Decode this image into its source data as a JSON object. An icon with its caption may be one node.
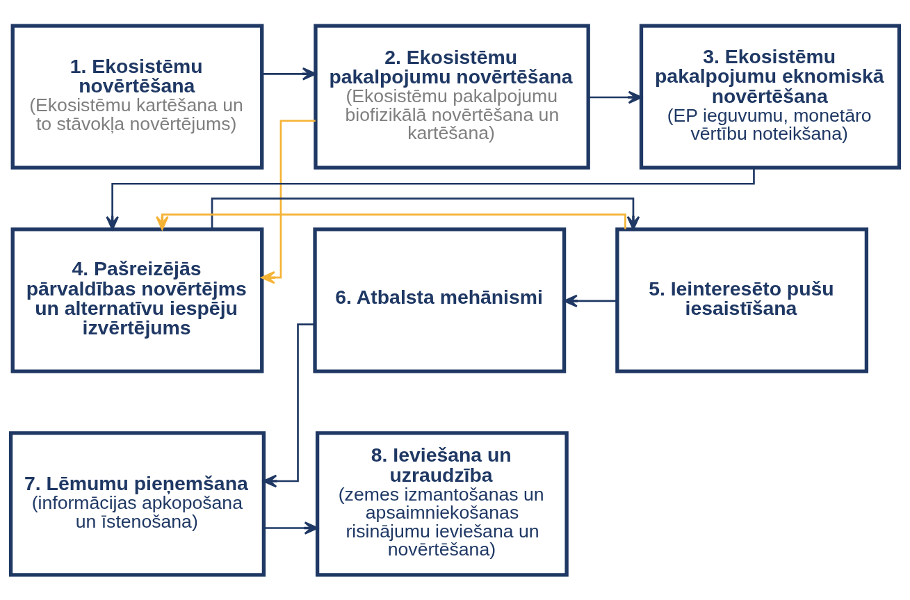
{
  "diagram": {
    "nodes": [
      {
        "text": [
          "1. Ekosistēmu novērtēšana",
          "(Ekosistēmu kartēšana un to stāvokļa novērtējums)"
        ]
      },
      {
        "text": [
          "2. Ekosistēmu pakalpojumu novērtēšana",
          "(Ekosistēmu pakalpojumu biofizikālā novērtēšana un kartēšana)"
        ]
      },
      {
        "text": [
          "3. Ekosistēmu pakalpojumu eknomiskā novērtēšana",
          "(EP ieguvumu, monetāro vērtību noteikšana)"
        ]
      },
      {
        "text": [
          "4. Pašreizējās pārvaldības novērtējms un alternatīvu iespēju izvērtējums"
        ]
      },
      {
        "text": [
          "5. Ieinteresēto pušu iesaistīšana"
        ]
      },
      {
        "text": [
          "6. Atbalsta mehānismi"
        ]
      },
      {
        "text": [
          "7. Lēmumu pieņemšana",
          "(informācijas apkopošana un īstenošana)"
        ]
      },
      {
        "text": [
          "8. Ieviešana un uzraudzība",
          "(zemes izmantošanas un apsaimniekošanas risinājumu ieviešana un novērtēšana)"
        ]
      }
    ],
    "edges": [
      {
        "from": 0,
        "to": 1,
        "arrow": "to"
      },
      {
        "from": 1,
        "to": 2,
        "arrow": "to"
      },
      {
        "from": 2,
        "to": 3,
        "arrow": "to"
      },
      {
        "from": 1,
        "to": 3,
        "arrow": "to",
        "color": "#f5b335"
      },
      {
        "from": 3,
        "to": 4,
        "arrow": "to"
      },
      {
        "from": 4,
        "to": 3,
        "arrow": "to",
        "color": "#f5b335"
      },
      {
        "from": 4,
        "to": 5,
        "arrow": "to"
      },
      {
        "from": 5,
        "to": 6,
        "arrow": "to"
      },
      {
        "from": 6,
        "to": 7,
        "arrow": "to"
      }
    ]
  }
}
